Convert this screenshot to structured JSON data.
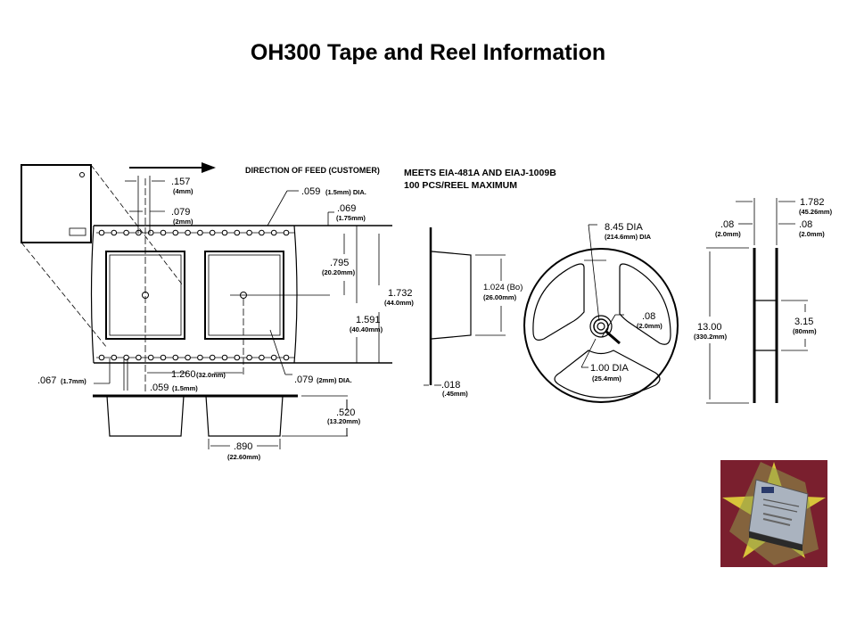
{
  "slide": {
    "title": "OH300 Tape and Reel Information"
  },
  "tape_view": {
    "direction_label": "DIRECTION OF FEED (CUSTOMER)",
    "standards_line1": "MEETS EIA-481A AND EIAJ-1009B",
    "standards_line2": "100 PCS/REEL MAXIMUM",
    "dims": {
      "sprocket_pitch": {
        "value": ".157",
        "metric": "(4mm)"
      },
      "hole_offset": {
        "value": ".079",
        "metric": "(2mm)"
      },
      "sprocket_hole_dia": {
        "value": ".059",
        "metric": "(1.5mm) DIA."
      },
      "edge_to_hole": {
        "value": ".069",
        "metric": "(1.75mm)"
      },
      "cavity_center": {
        "value": ".795",
        "metric": "(20.20mm)"
      },
      "tape_width": {
        "value": "1.732",
        "metric": "(44.0mm)"
      },
      "cavity_width": {
        "value": "1.591",
        "metric": "(40.40mm)"
      },
      "edge_offset": {
        "value": ".067",
        "metric": "(1.7mm)"
      },
      "cavity_pitch": {
        "value": "1.260",
        "metric": "(32.0mm)"
      },
      "hole_dia_small": {
        "value": ".059",
        "metric": "(1.5mm)"
      },
      "center_hole_dia": {
        "value": ".079",
        "metric": "(2mm) DIA."
      },
      "pocket_depth": {
        "value": ".520",
        "metric": "(13.20mm)"
      },
      "pocket_length": {
        "value": ".890",
        "metric": "(22.60mm)"
      }
    }
  },
  "side_view": {
    "pocket_bo": {
      "value": "1.024 (Bo)",
      "metric": "(26.00mm)"
    },
    "tape_thickness": {
      "value": ".018",
      "metric": "(.45mm)"
    }
  },
  "reel_front": {
    "outer_dia": {
      "value": "8.45 DIA",
      "metric": "(214.6mm) DIA"
    },
    "key_width": {
      "value": ".08",
      "metric": "(2.0mm)"
    },
    "hub_dia": {
      "value": "1.00 DIA",
      "metric": "(25.4mm)"
    }
  },
  "reel_side": {
    "overall_width": {
      "value": "1.782",
      "metric": "(45.26mm)"
    },
    "flange_left": {
      "value": ".08",
      "metric": "(2.0mm)"
    },
    "flange_right": {
      "value": ".08",
      "metric": "(2.0mm)"
    },
    "reel_dia": {
      "value": "13.00",
      "metric": "(330.2mm)"
    },
    "hub_width": {
      "value": "3.15",
      "metric": "(80mm)"
    }
  },
  "colors": {
    "line": "#000000",
    "photo_bg": "#7a1f2e",
    "star_yellow": "#d8c43a",
    "star_green": "#8d9a4a",
    "chip_body": "#aab3bf"
  }
}
